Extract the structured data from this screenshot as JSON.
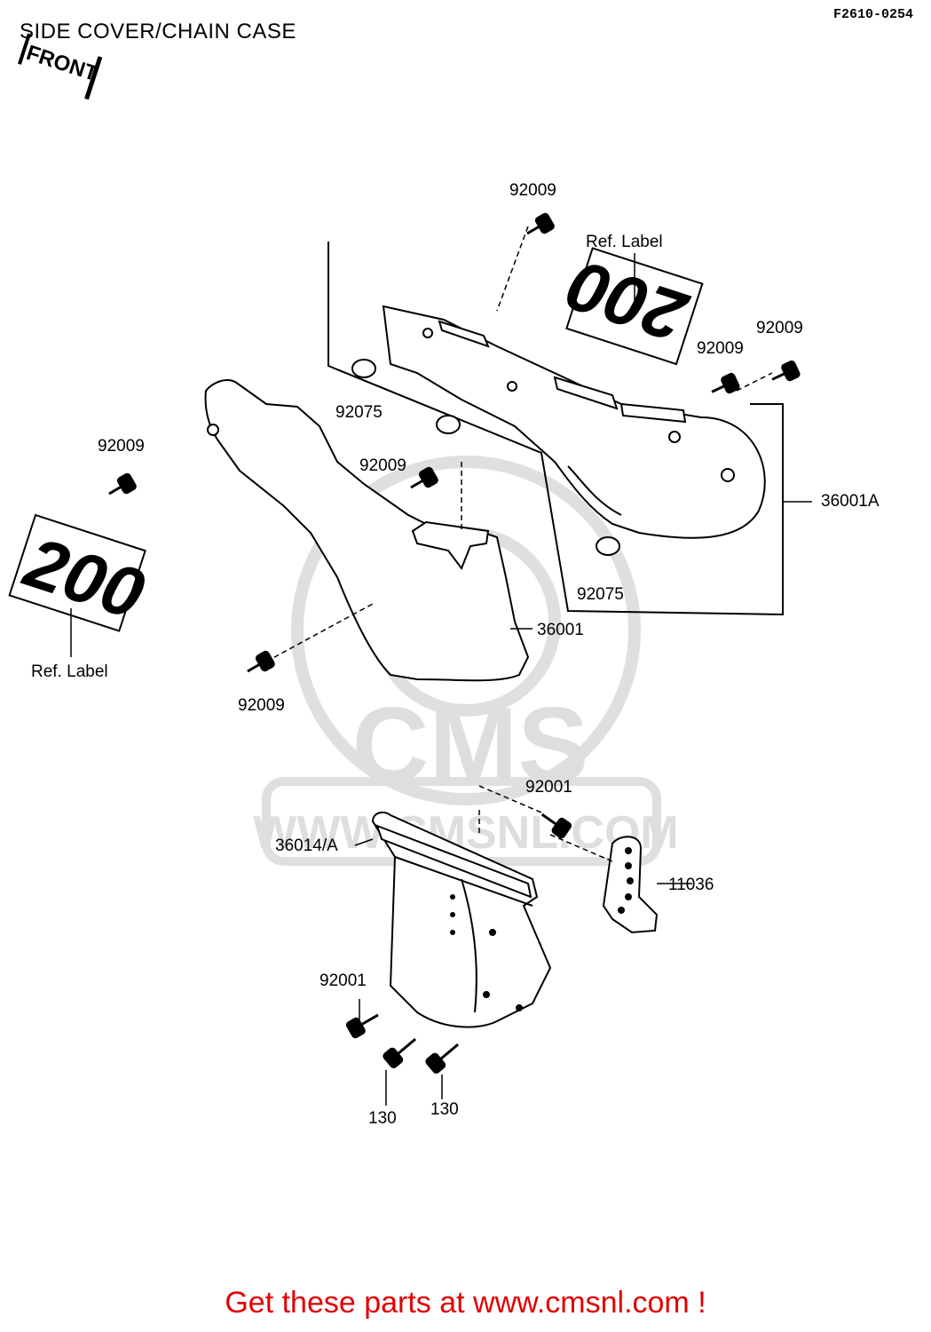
{
  "header": {
    "title": "SIDE COVER/CHAIN CASE",
    "diagram_code": "F2610-0254"
  },
  "front_marker": "FRONT",
  "decals": {
    "right_decal": "200",
    "left_decal": "200"
  },
  "watermark": {
    "brand": "CMS",
    "url": "WWW.CMSNL.COM"
  },
  "callouts": [
    "92009",
    "Ref. Label",
    "92009",
    "92009",
    "92075",
    "92009",
    "92009",
    "36001A",
    "92075",
    "36001",
    "Ref. Label",
    "92009",
    "92001",
    "36014/A",
    "11036",
    "92001",
    "130",
    "130"
  ],
  "footer": {
    "text": "Get these parts at www.cmsnl.com !",
    "color": "#e00000"
  }
}
